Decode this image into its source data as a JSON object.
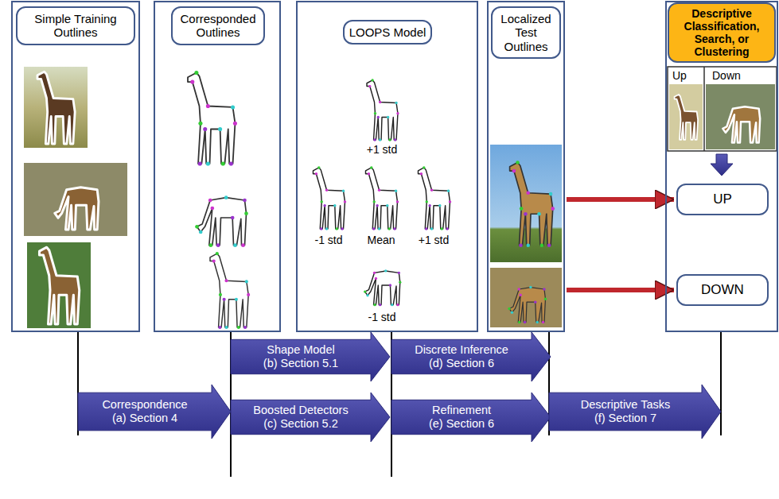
{
  "diagram": {
    "nodes": [
      {
        "text": [
          "Simple Training Outlines"
        ]
      },
      {
        "text": [
          "Corresponded Outlines"
        ]
      },
      {
        "text": [
          "LOOPS Model"
        ]
      },
      {
        "text": [
          "Localized Test Outlines"
        ]
      },
      {
        "text": [
          "Descriptive Classification, Search, or Clustering"
        ]
      },
      {
        "text": [
          "UP"
        ],
        "in": 4
      },
      {
        "text": [
          "DOWN"
        ],
        "in": 4
      },
      {
        "text": [
          "Correspondence",
          "(a) Section 4"
        ]
      },
      {
        "text": [
          "Shape Model",
          "(b) Section 5.1"
        ]
      },
      {
        "text": [
          "Boosted Detectors",
          "(c) Section 5.2"
        ]
      },
      {
        "text": [
          "Discrete Inference",
          "(d) Section 6"
        ]
      },
      {
        "text": [
          "Refinement",
          "(e) Section 6"
        ]
      },
      {
        "text": [
          "Descriptive Tasks",
          "(f) Section 7"
        ]
      }
    ],
    "edges": [
      {
        "from": 3,
        "to": 5,
        "arrow": "to"
      },
      {
        "from": 3,
        "to": 6,
        "arrow": "to"
      }
    ],
    "labels": [
      "+1 std",
      "-1 std",
      "Mean",
      "+1 std",
      "-1 std",
      "Up",
      "Down"
    ]
  }
}
